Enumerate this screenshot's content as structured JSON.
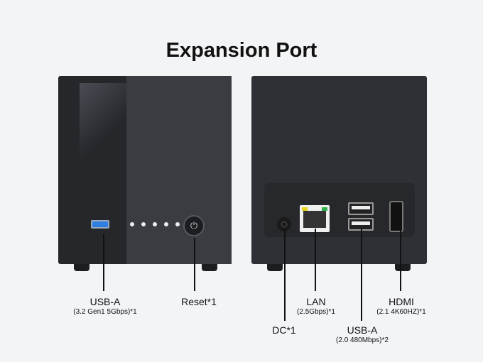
{
  "title": "Expansion Port",
  "labels": {
    "usb_a_front": {
      "name": "USB-A",
      "spec": "(3.2 Gen1 5Gbps)*1"
    },
    "reset": {
      "name": "Reset*1"
    },
    "dc": {
      "name": "DC*1"
    },
    "lan": {
      "name": "LAN",
      "spec": "(2.5Gbps)*1"
    },
    "usb_a_rear": {
      "name": "USB-A",
      "spec": "(2.0 480Mbps)*2"
    },
    "hdmi": {
      "name": "HDMI",
      "spec": "(2.1 4K60HZ)*1"
    }
  },
  "colors": {
    "device": "#2e3035",
    "usb3": "#2f7fe0",
    "lan_led_left": "#e6d21a",
    "lan_led_right": "#2fb04a"
  }
}
